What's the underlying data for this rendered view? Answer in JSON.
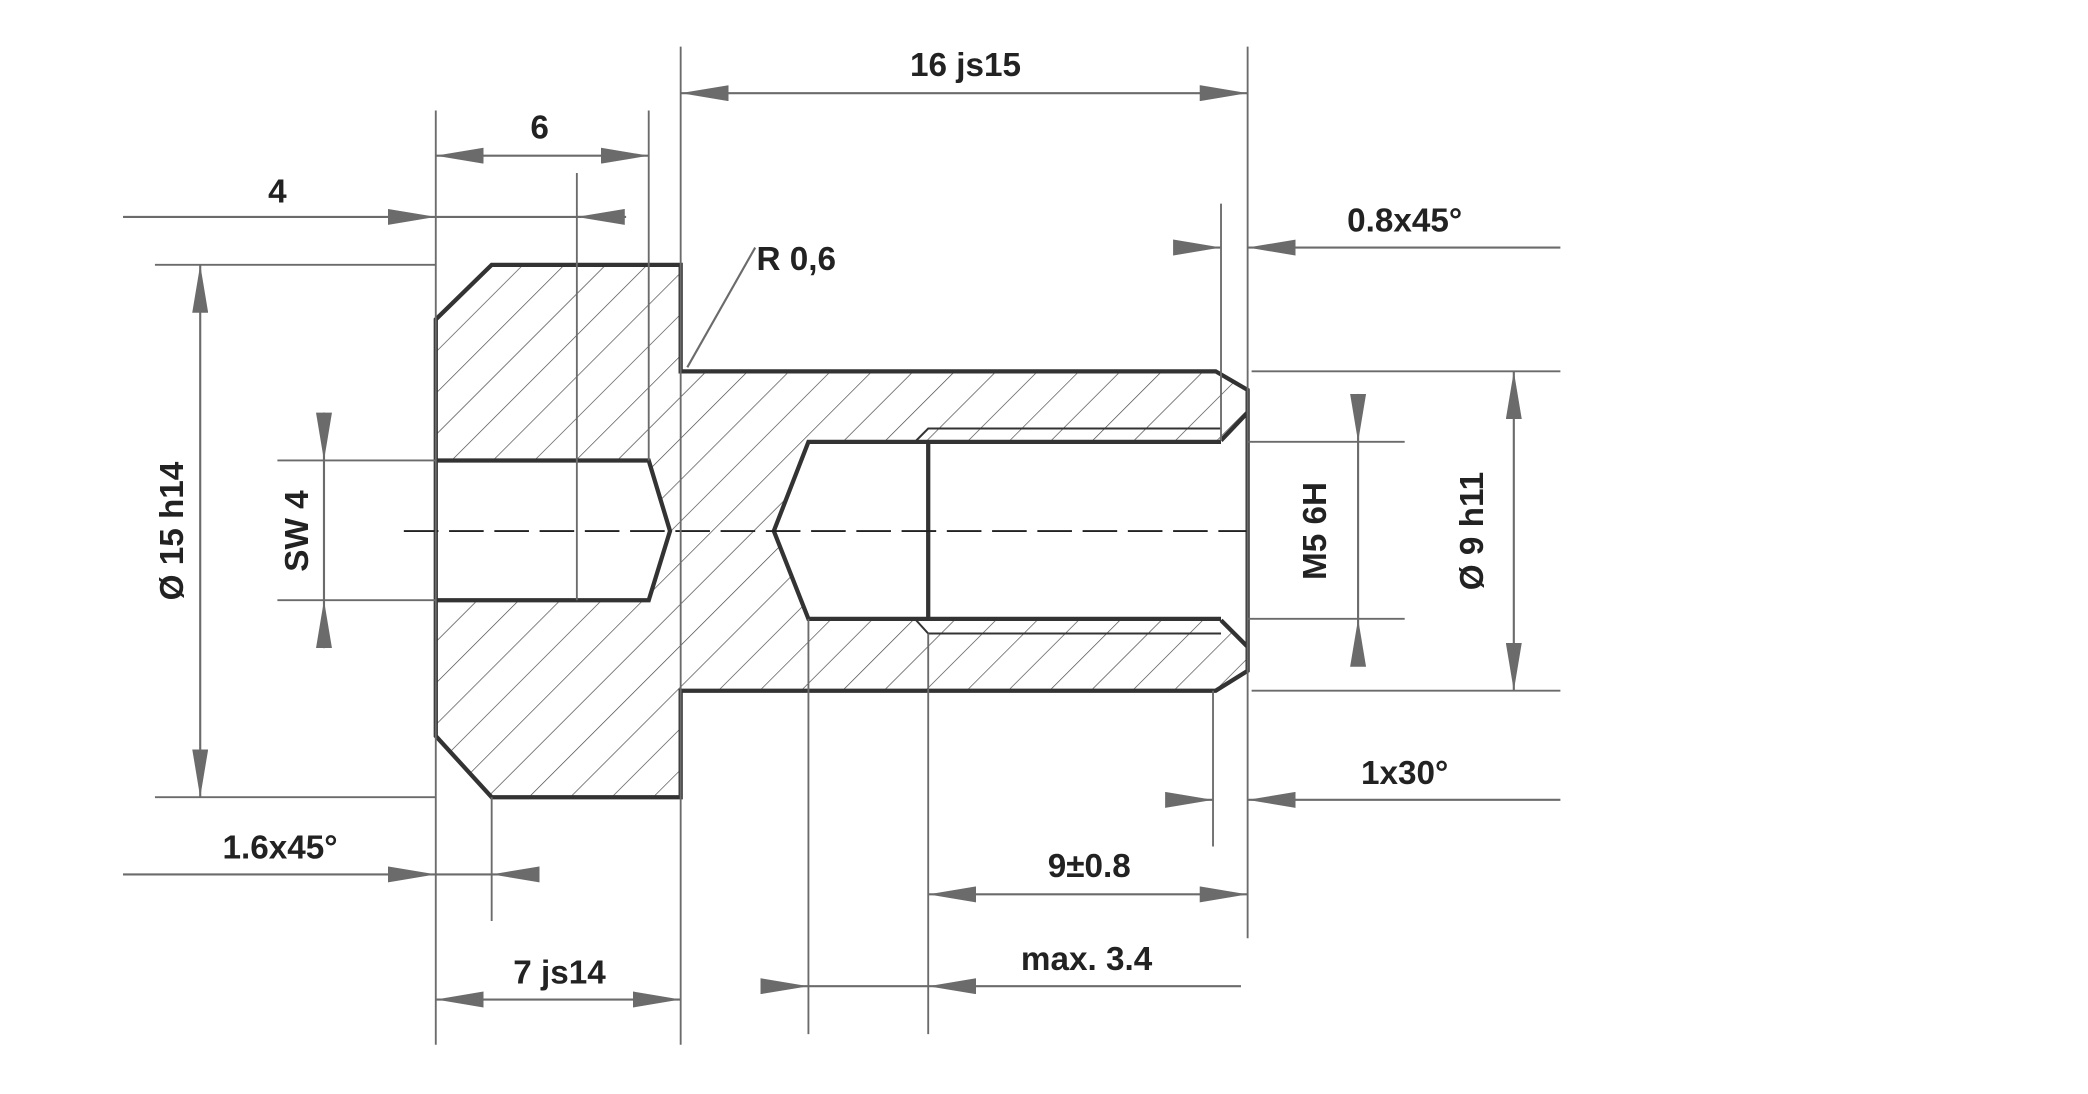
{
  "drawing": {
    "dimensions": {
      "overall_length": "16 js15",
      "hex_depth": "6",
      "head_offset": "4",
      "radius": "R 0,6",
      "thread_chamfer": "0.8x45°",
      "head_diameter": "Ø 15 h14",
      "hex_size": "SW 4",
      "thread": "M5 6H",
      "shank_diameter": "Ø 9 h11",
      "shank_chamfer": "1x30°",
      "head_chamfer": "1.6x45°",
      "thread_depth": "9±0.8",
      "thread_runout": "max. 3.4",
      "head_length": "7 js14"
    },
    "colors": {
      "outline": "#333333",
      "dimension": "#6b6b6b",
      "hatch": "#444444"
    }
  }
}
